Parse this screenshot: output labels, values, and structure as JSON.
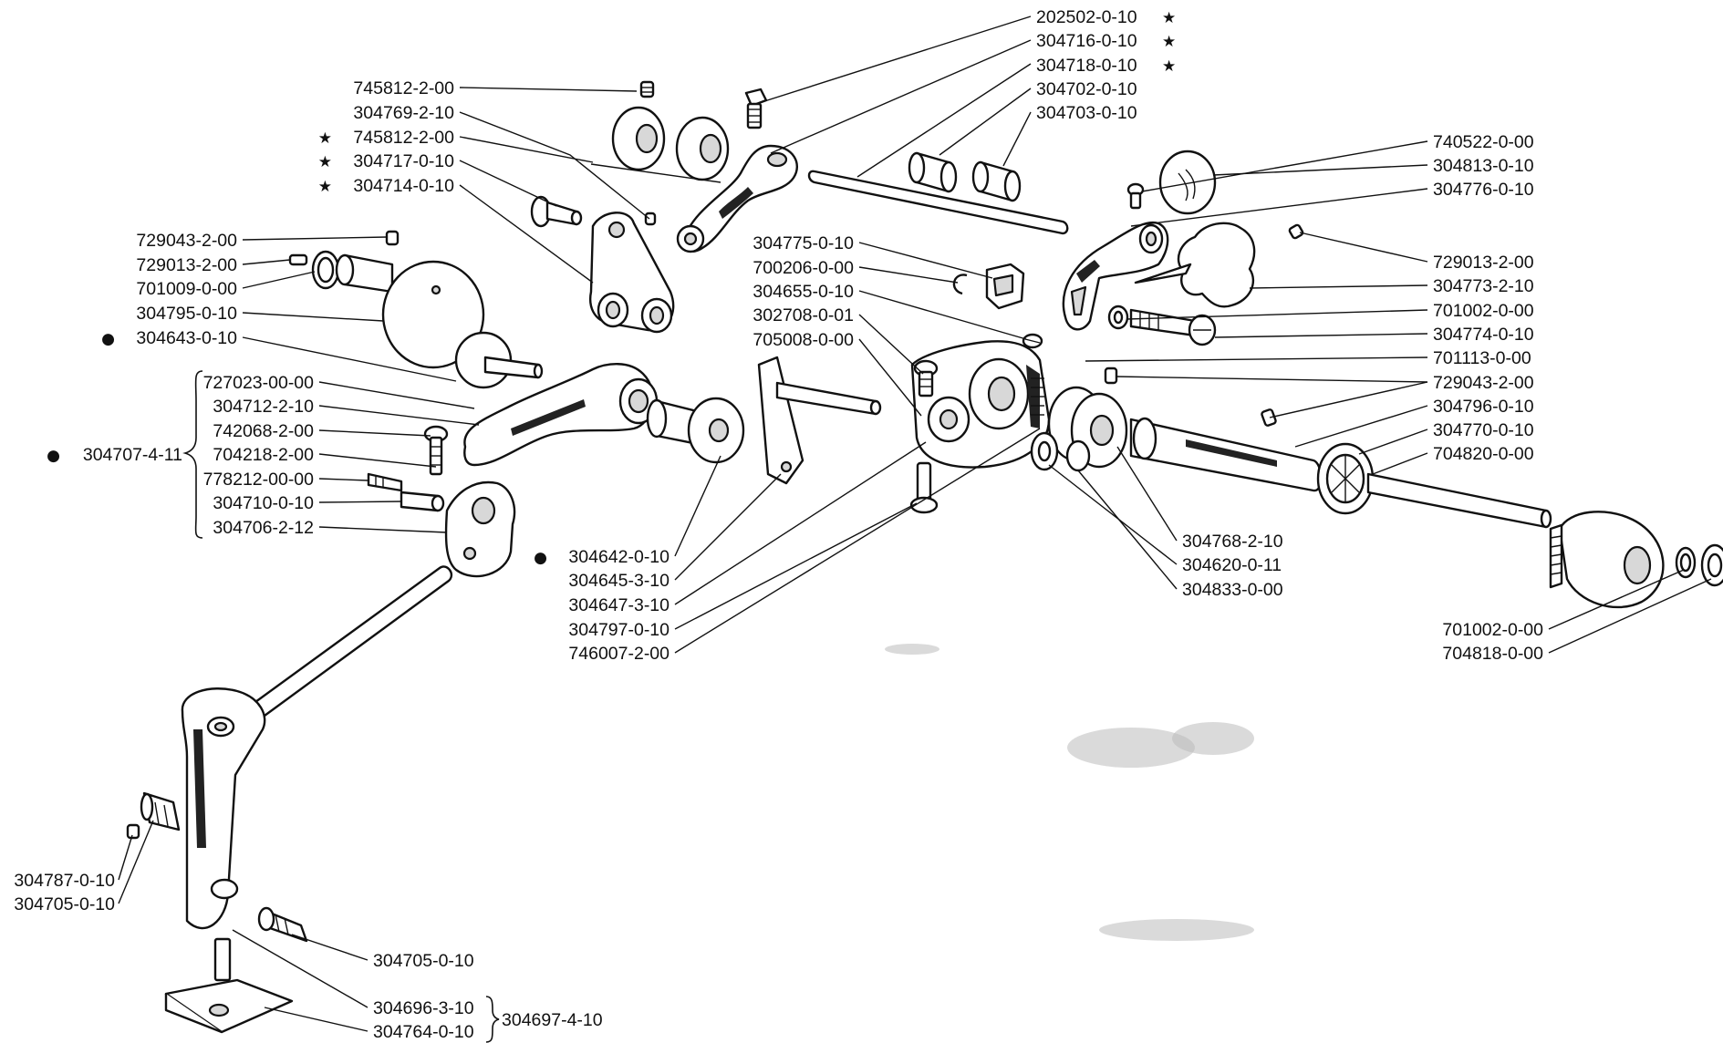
{
  "figure": {
    "type": "exploded-parts-diagram",
    "colors": {
      "ink": "#111111",
      "background": "#ffffff"
    },
    "legend_symbols": {
      "star": "★",
      "dot": "●"
    },
    "labels": [
      {
        "id": "L01",
        "text": "202502-0-10",
        "mark": "★"
      },
      {
        "id": "L02",
        "text": "304716-0-10",
        "mark": "★"
      },
      {
        "id": "L03",
        "text": "304718-0-10",
        "mark": "★"
      },
      {
        "id": "L04",
        "text": "304702-0-10",
        "mark": ""
      },
      {
        "id": "L05",
        "text": "304703-0-10",
        "mark": ""
      },
      {
        "id": "L06",
        "text": "745812-2-00",
        "mark": ""
      },
      {
        "id": "L07",
        "text": "304769-2-10",
        "mark": ""
      },
      {
        "id": "L08",
        "text": "745812-2-00",
        "mark": "★"
      },
      {
        "id": "L09",
        "text": "304717-0-10",
        "mark": "★"
      },
      {
        "id": "L10",
        "text": "304714-0-10",
        "mark": "★"
      },
      {
        "id": "L11",
        "text": "729043-2-00",
        "mark": ""
      },
      {
        "id": "L12",
        "text": "729013-2-00",
        "mark": ""
      },
      {
        "id": "L13",
        "text": "701009-0-00",
        "mark": ""
      },
      {
        "id": "L14",
        "text": "304795-0-10",
        "mark": ""
      },
      {
        "id": "L15",
        "text": "304643-0-10",
        "mark": "●"
      },
      {
        "id": "L16",
        "text": "727023-00-00",
        "mark": ""
      },
      {
        "id": "L17",
        "text": "304712-2-10",
        "mark": ""
      },
      {
        "id": "L18",
        "text": "742068-2-00",
        "mark": ""
      },
      {
        "id": "L19",
        "text": "704218-2-00",
        "mark": ""
      },
      {
        "id": "L20",
        "text": "778212-00-00",
        "mark": ""
      },
      {
        "id": "L21",
        "text": "304710-0-10",
        "mark": ""
      },
      {
        "id": "L22",
        "text": "304706-2-12",
        "mark": ""
      },
      {
        "id": "L23",
        "text": "304707-4-11",
        "mark": "●"
      },
      {
        "id": "L24",
        "text": "304775-0-10",
        "mark": ""
      },
      {
        "id": "L25",
        "text": "700206-0-00",
        "mark": ""
      },
      {
        "id": "L26",
        "text": "304655-0-10",
        "mark": ""
      },
      {
        "id": "L27",
        "text": "302708-0-01",
        "mark": ""
      },
      {
        "id": "L28",
        "text": "705008-0-00",
        "mark": ""
      },
      {
        "id": "L29",
        "text": "304642-0-10",
        "mark": "●"
      },
      {
        "id": "L30",
        "text": "304645-3-10",
        "mark": ""
      },
      {
        "id": "L31",
        "text": "304647-3-10",
        "mark": ""
      },
      {
        "id": "L32",
        "text": "304797-0-10",
        "mark": ""
      },
      {
        "id": "L33",
        "text": "746007-2-00",
        "mark": ""
      },
      {
        "id": "L34",
        "text": "740522-0-00",
        "mark": ""
      },
      {
        "id": "L35",
        "text": "304813-0-10",
        "mark": ""
      },
      {
        "id": "L36",
        "text": "304776-0-10",
        "mark": ""
      },
      {
        "id": "L37",
        "text": "729013-2-00",
        "mark": ""
      },
      {
        "id": "L38",
        "text": "304773-2-10",
        "mark": ""
      },
      {
        "id": "L39",
        "text": "701002-0-00",
        "mark": ""
      },
      {
        "id": "L40",
        "text": "304774-0-10",
        "mark": ""
      },
      {
        "id": "L41",
        "text": "701113-0-00",
        "mark": ""
      },
      {
        "id": "L42",
        "text": "729043-2-00",
        "mark": ""
      },
      {
        "id": "L43",
        "text": "304796-0-10",
        "mark": ""
      },
      {
        "id": "L44",
        "text": "304770-0-10",
        "mark": ""
      },
      {
        "id": "L45",
        "text": "704820-0-00",
        "mark": ""
      },
      {
        "id": "L46",
        "text": "304768-2-10",
        "mark": ""
      },
      {
        "id": "L47",
        "text": "304620-0-11",
        "mark": ""
      },
      {
        "id": "L48",
        "text": "304833-0-00",
        "mark": ""
      },
      {
        "id": "L49",
        "text": "701002-0-00",
        "mark": ""
      },
      {
        "id": "L50",
        "text": "704818-0-00",
        "mark": ""
      },
      {
        "id": "L51",
        "text": "304787-0-10",
        "mark": ""
      },
      {
        "id": "L52",
        "text": "304705-0-10",
        "mark": ""
      },
      {
        "id": "L53",
        "text": "304705-0-10",
        "mark": ""
      },
      {
        "id": "L54",
        "text": "304696-3-10",
        "mark": ""
      },
      {
        "id": "L55",
        "text": "304764-0-10",
        "mark": ""
      },
      {
        "id": "L56",
        "text": "304697-4-10",
        "mark": ""
      }
    ]
  }
}
